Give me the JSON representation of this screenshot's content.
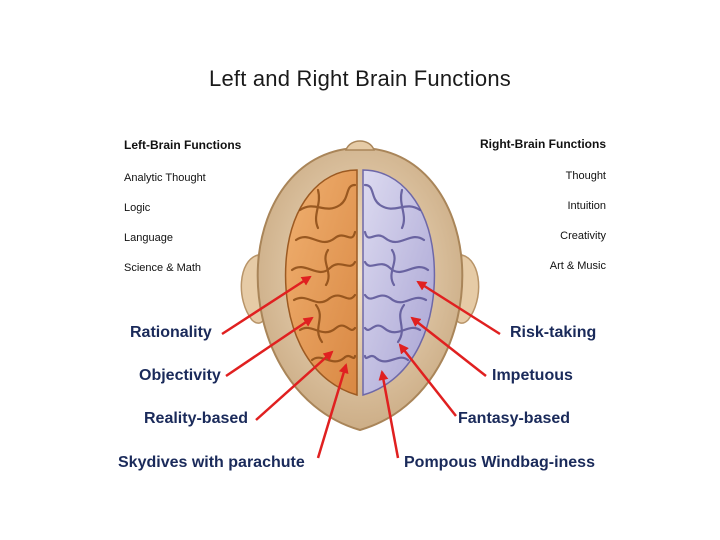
{
  "title": "Left and Right Brain Functions",
  "left": {
    "heading": "Left-Brain Functions",
    "items": [
      "Analytic Thought",
      "Logic",
      "Language",
      "Science & Math"
    ],
    "traits": [
      "Rationality",
      "Objectivity",
      "Reality-based",
      "Skydives with parachute"
    ]
  },
  "right": {
    "heading": "Right-Brain Functions",
    "items": [
      "Thought",
      "Intuition",
      "Creativity",
      "Art & Music"
    ],
    "traits": [
      "Risk-taking",
      "Impetuous",
      "Fantasy-based",
      "Pompous Windbag-iness"
    ]
  },
  "colors": {
    "left_hemisphere": "#e9a567",
    "right_hemisphere": "#c9c6e6",
    "skull": "#e9d3b6",
    "arrows": "#e02020",
    "trait_text": "#1a2a5a"
  }
}
